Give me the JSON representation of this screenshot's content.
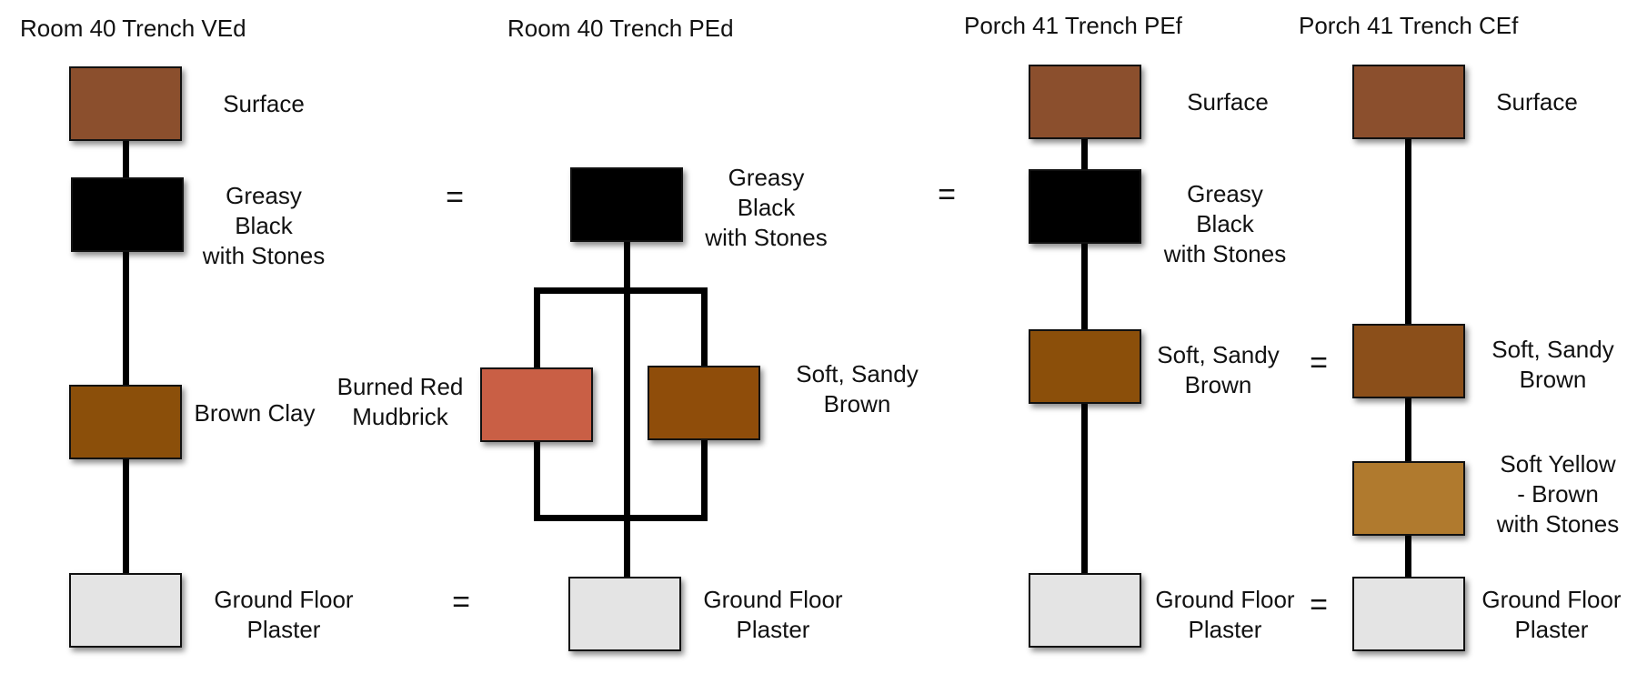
{
  "columns": [
    {
      "title": "Room 40 Trench VEd",
      "layers": [
        {
          "label": "Surface",
          "color": "#8B4F2D"
        },
        {
          "label": "Greasy\nBlack\nwith Stones",
          "color": "#000000"
        },
        {
          "label": "Brown Clay",
          "color": "#8B4F0A"
        },
        {
          "label": "Ground Floor\nPlaster",
          "color": "#E4E4E4"
        }
      ]
    },
    {
      "title": "Room 40 Trench PEd",
      "layers": [
        {
          "label": "Greasy\nBlack\nwith Stones",
          "color": "#000000"
        },
        {
          "label": "Burned Red\nMudbrick",
          "color": "#C95F45"
        },
        {
          "label": "Soft, Sandy\nBrown",
          "color": "#8F4D0A"
        },
        {
          "label": "Ground Floor\nPlaster",
          "color": "#E4E4E4"
        }
      ]
    },
    {
      "title": "Porch 41 Trench PEf",
      "layers": [
        {
          "label": "Surface",
          "color": "#8B4F2D"
        },
        {
          "label": "Greasy\nBlack\nwith Stones",
          "color": "#000000"
        },
        {
          "label": "Soft, Sandy\nBrown",
          "color": "#8B4F0A"
        },
        {
          "label": "Ground Floor\nPlaster",
          "color": "#E4E4E4"
        }
      ]
    },
    {
      "title": "Porch 41 Trench CEf",
      "layers": [
        {
          "label": "Surface",
          "color": "#8B4F2D"
        },
        {
          "label": "Soft, Sandy\nBrown",
          "color": "#8B4F1A"
        },
        {
          "label": "Soft Yellow\n- Brown\nwith Stones",
          "color": "#B07A2E"
        },
        {
          "label": "Ground Floor\nPlaster",
          "color": "#E4E4E4"
        }
      ]
    }
  ],
  "equivalences": [
    "=",
    "=",
    "=",
    "=",
    "=",
    "="
  ]
}
